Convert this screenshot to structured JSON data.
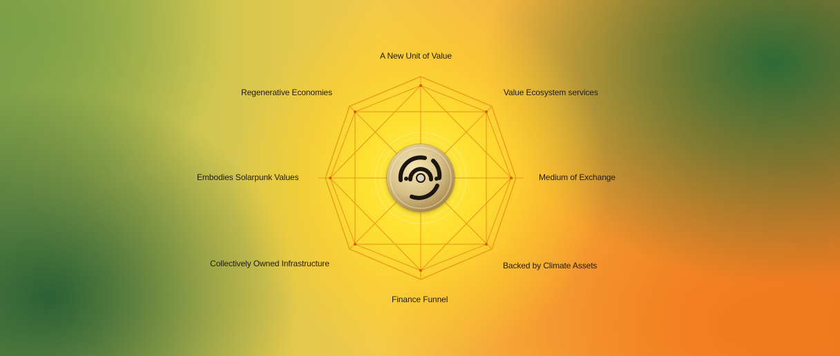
{
  "diagram": {
    "labels": {
      "top": "A New Unit of Value",
      "top_right": "Value Ecosystem services",
      "right": "Medium of Exchange",
      "bottom_right": "Backed by Climate Assets",
      "bottom": "Finance Funnel",
      "bottom_left": "Collectively Owned Infrastructure",
      "left": "Embodies Solarpunk Values",
      "top_left": "Regenerative Economies"
    },
    "center_icon": "solarpunk-coin-icon",
    "colors": {
      "line": "#e99718",
      "text": "#1f1a12",
      "green": "#2f6a38",
      "yellow": "#ffe33b",
      "orange": "#ef8327"
    }
  }
}
